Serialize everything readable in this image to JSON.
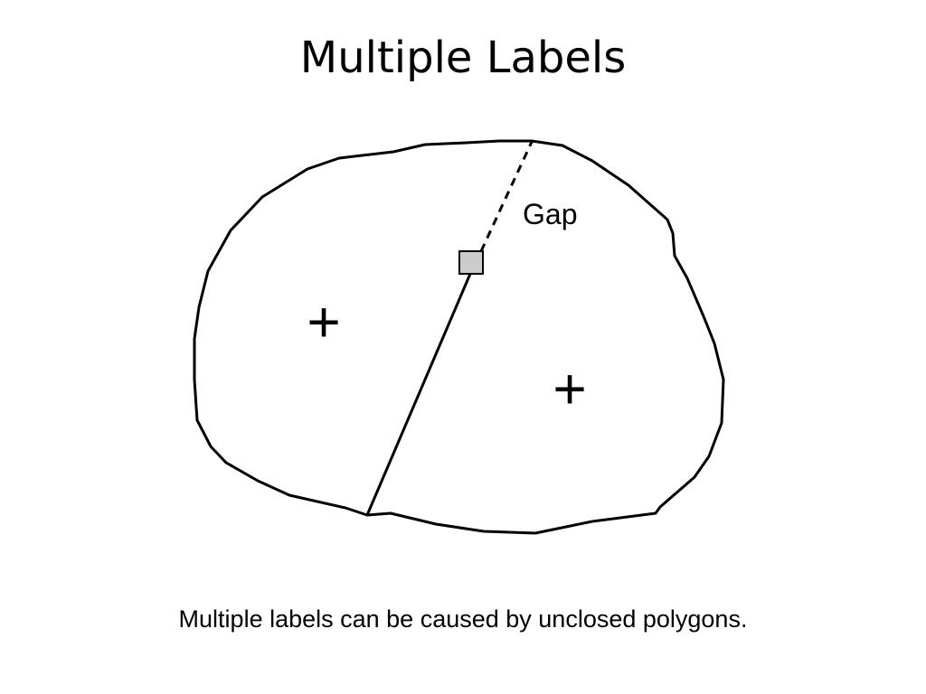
{
  "slide": {
    "title": "Multiple Labels",
    "caption": "Multiple labels can be caused by unclosed polygons."
  },
  "diagram": {
    "gap_label": "Gap",
    "left_region_marker": "+",
    "right_region_marker": "+"
  },
  "colors": {
    "stroke": "#000000",
    "node_fill": "#cccccc",
    "background": "#ffffff"
  }
}
